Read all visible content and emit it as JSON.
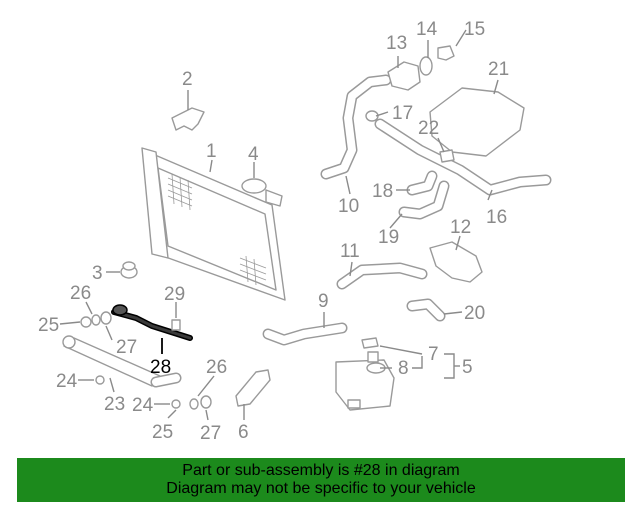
{
  "diagram": {
    "callouts": [
      "1",
      "2",
      "3",
      "4",
      "5",
      "6",
      "7",
      "8",
      "9",
      "10",
      "11",
      "12",
      "13",
      "14",
      "15",
      "16",
      "17",
      "18",
      "19",
      "20",
      "21",
      "22",
      "23",
      "24",
      "24",
      "25",
      "25",
      "26",
      "26",
      "27",
      "27",
      "28",
      "29"
    ],
    "highlight_part": "28"
  },
  "banner": {
    "line1": "Part or sub-assembly is #28 in diagram",
    "line2": "Diagram may not be specific to your vehicle"
  },
  "colors": {
    "banner_bg": "#1c8a1c",
    "line_art": "#9a9a9a",
    "highlight": "#000000"
  }
}
